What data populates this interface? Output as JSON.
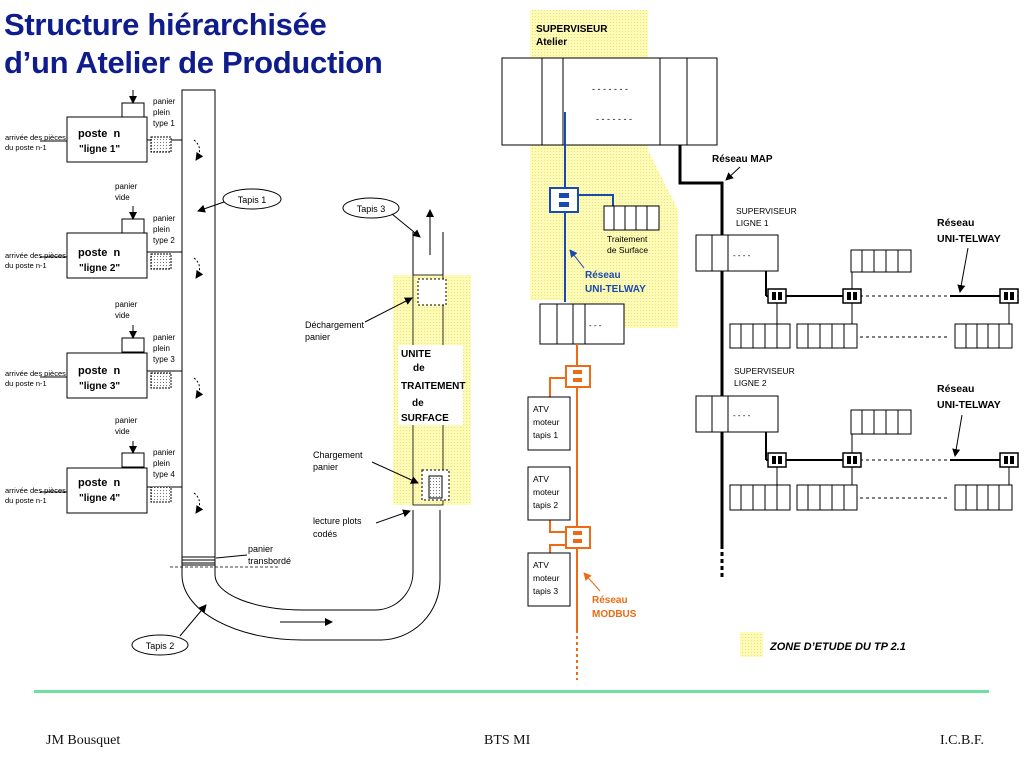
{
  "title": {
    "line1": "Structure hiérarchisée",
    "line2": "d’un Atelier de Production"
  },
  "stations": [
    {
      "name": "poste  n",
      "line": "\"ligne 1\"",
      "arrival": [
        "arrivée des pièces",
        "du poste n-1"
      ],
      "empty": [],
      "full": [
        "panier",
        "plein",
        "type 1"
      ]
    },
    {
      "name": "poste  n",
      "line": "\"ligne 2\"",
      "arrival": [
        "arrivée des pièces",
        "du poste n-1"
      ],
      "empty": [
        "panier",
        "vide"
      ],
      "full": [
        "panier",
        "plein",
        "type 2"
      ]
    },
    {
      "name": "poste  n",
      "line": "\"ligne 3\"",
      "arrival": [
        "arrivée des pièces",
        "du poste n-1"
      ],
      "empty": [
        "panier",
        "vide"
      ],
      "full": [
        "panier",
        "plein",
        "type 3"
      ]
    },
    {
      "name": "poste  n",
      "line": "\"ligne 4\"",
      "arrival": [
        "arrivée des pièces",
        "du poste n-1"
      ],
      "empty": [
        "panier",
        "vide"
      ],
      "full": [
        "panier",
        "plein",
        "type 4"
      ]
    }
  ],
  "conveyor": {
    "tapis1": "Tapis 1",
    "tapis2": "Tapis 2",
    "tapis3": "Tapis 3",
    "transfer": [
      "panier",
      "transbordé"
    ],
    "unloading": [
      "Déchargement",
      "panier"
    ],
    "loading": [
      "Chargement",
      "panier"
    ],
    "reading": [
      "lecture plots",
      "codés"
    ],
    "unit": [
      "UNITE",
      "de",
      "TRAITEMENT",
      "de",
      "SURFACE"
    ]
  },
  "network": {
    "supervisor_workshop": [
      "SUPERVISEUR",
      "Atelier"
    ],
    "dashes": "- - - - - - -",
    "map": "Réseau MAP",
    "treatment": [
      "Traitement",
      "de Surface"
    ],
    "unitelway_blue": [
      "Réseau",
      "UNI-TELWAY"
    ],
    "supervisor_line1": [
      "SUPERVISEUR",
      "LIGNE 1"
    ],
    "supervisor_line2": [
      "SUPERVISEUR",
      "LIGNE 2"
    ],
    "unitelway_line1": [
      "Réseau",
      "UNI-TELWAY"
    ],
    "unitelway_line2": [
      "Réseau",
      "UNI-TELWAY"
    ],
    "atv": [
      [
        "ATV",
        "moteur",
        "tapis 1"
      ],
      [
        "ATV",
        "moteur",
        "tapis 2"
      ],
      [
        "ATV",
        "moteur",
        "tapis 3"
      ]
    ],
    "modbus": [
      "Réseau",
      "MODBUS"
    ],
    "study_zone": "ZONE D’ETUDE DU TP 2.1"
  },
  "footer": {
    "left": "JM Bousquet",
    "center": "BTS MI",
    "right": "I.C.B.F."
  },
  "colors": {
    "title": "#0e1c8c",
    "zone": "#fdfbb6",
    "blue_bus": "#1a49b0",
    "orange_bus": "#ee6a14",
    "footer_line": "#6fe0a0"
  }
}
